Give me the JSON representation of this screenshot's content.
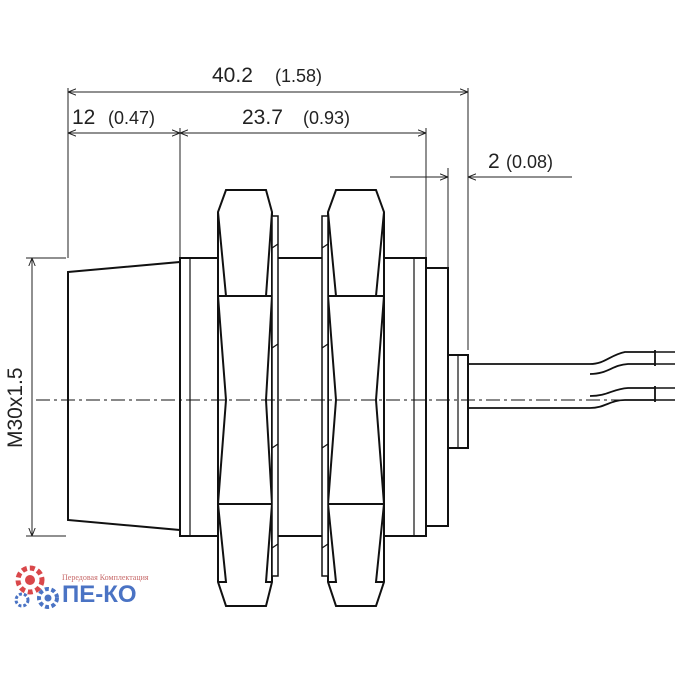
{
  "dimensions": {
    "overall_length": {
      "value": "40.2",
      "inch": "(1.58)"
    },
    "sensing_face": {
      "value": "12",
      "inch": "(0.47)"
    },
    "thread_length": {
      "value": "23.7",
      "inch": "(0.93)"
    },
    "flange": {
      "value": "2",
      "inch": "(0.08)"
    },
    "thread": {
      "label": "M30x1.5"
    }
  },
  "logo": {
    "tagline": "Передовая Комплектация",
    "brand": "ПЕ-КО",
    "colors": {
      "gear_red": "#d9474a",
      "gear_blue": "#4a73c4",
      "text_red": "#c76a6a"
    }
  },
  "colors": {
    "line": "#111111",
    "dim_line": "#222222",
    "background": "#ffffff"
  }
}
